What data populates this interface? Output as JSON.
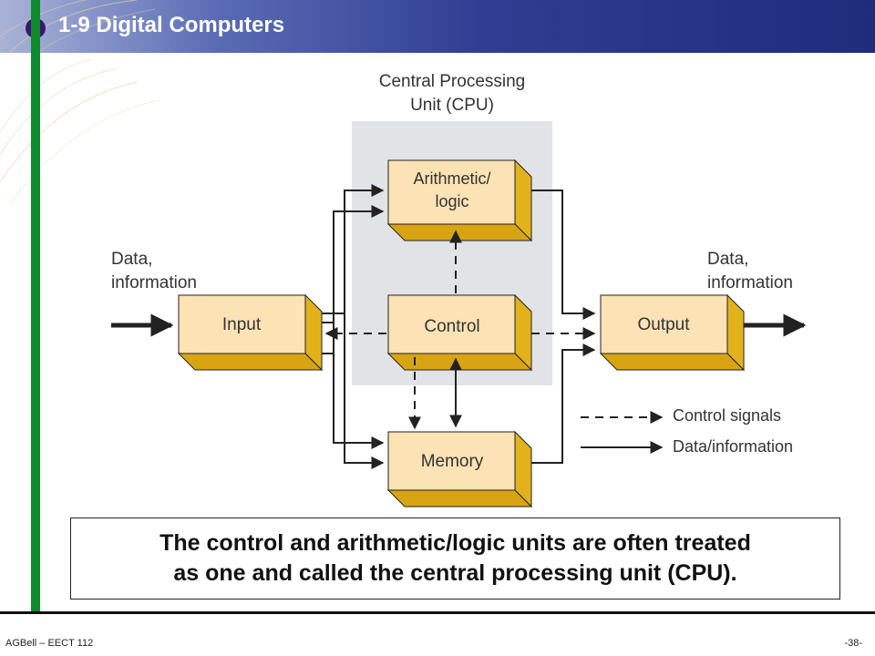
{
  "slide": {
    "title": "1-9 Digital Computers",
    "caption_line1": "The control and arithmetic/logic units are often treated",
    "caption_line2": "as one and called the central processing unit (CPU).",
    "footer_left": "AGBell – EECT 112",
    "footer_right": "-38-"
  },
  "diagram": {
    "cpu_label_line1": "Central Processing",
    "cpu_label_line2": "Unit (CPU)",
    "blocks": {
      "alu_line1": "Arithmetic/",
      "alu_line2": "logic",
      "input": "Input",
      "control": "Control",
      "output": "Output",
      "memory": "Memory"
    },
    "left_label_line1": "Data,",
    "left_label_line2": "information",
    "right_label_line1": "Data,",
    "right_label_line2": "information",
    "legend": {
      "control_signals": "Control signals",
      "data_information": "Data/information"
    },
    "colors": {
      "block_face": "#fbe3b5",
      "block_side": "#e2b21d",
      "cpu_region": "#e2e3e6",
      "line": "#222222"
    }
  }
}
